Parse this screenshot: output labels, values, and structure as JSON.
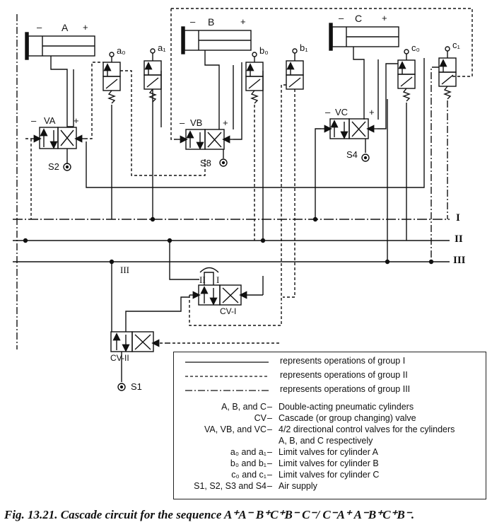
{
  "labels": {
    "cylA": "A",
    "cylB": "B",
    "cylC": "C",
    "minus": "–",
    "plus": "+",
    "a0": "a₀",
    "a1": "a₁",
    "b0": "b₀",
    "b1": "b₁",
    "c0": "c₀",
    "c1": "c₁",
    "VA": "VA",
    "VB": "VB",
    "VC": "VC",
    "S2": "S2",
    "S8": "S8",
    "S4": "S4",
    "S1": "S1",
    "CV1": "CV-I",
    "CV2": "CV-II",
    "busI": "I",
    "busII": "II",
    "busIII": "III",
    "cv1_II": "II",
    "cv1_I": "I",
    "cv2_III": "III"
  },
  "legend": {
    "lines": [
      "represents operations of group I",
      "represents operations of group II",
      "represents operations of group III"
    ],
    "entries": [
      {
        "key": "A, B, and C",
        "text": "Double-acting pneumatic cylinders"
      },
      {
        "key": "CV",
        "text": "Cascade (or group changing) valve"
      },
      {
        "key": "VA, VB, and VC",
        "text": "4/2 directional control valves for the cylinders"
      },
      {
        "key": "",
        "text": "A, B, and C respectively"
      },
      {
        "key": "a₀ and a₁",
        "text": "Limit valves for cylinder A"
      },
      {
        "key": "b₀ and b₁",
        "text": "Limit valves for cylinder B"
      },
      {
        "key": "c₀ and c₁",
        "text": "Limit valves for cylinder C"
      },
      {
        "key": "S1, S2, S3 and S4",
        "text": "Air supply"
      }
    ],
    "dash": "–"
  },
  "caption": "Fig. 13.21. Cascade circuit for the sequence A⁺A⁻ B⁺C⁺B⁻ C⁻/ C⁻A⁺ A⁻B⁺C⁺B⁻."
}
